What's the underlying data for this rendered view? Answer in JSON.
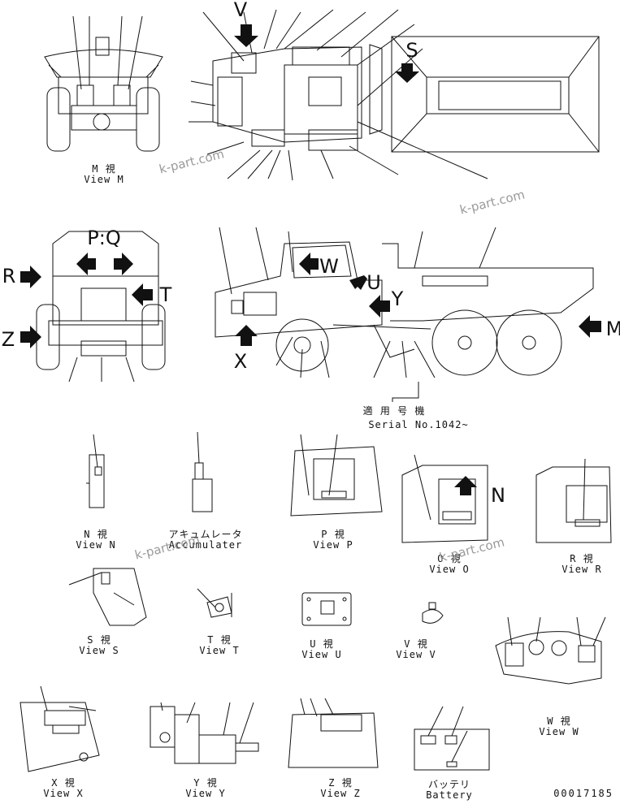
{
  "views": [
    {
      "key": "view-m",
      "jp": "M 視",
      "en": "View M"
    },
    {
      "key": "view-n",
      "jp": "N 視",
      "en": "View N"
    },
    {
      "key": "accumulator",
      "jp": "アキュムレータ",
      "en": "Accumulater"
    },
    {
      "key": "view-p",
      "jp": "P 視",
      "en": "View P"
    },
    {
      "key": "view-o",
      "jp": "O 視",
      "en": "View O"
    },
    {
      "key": "view-r",
      "jp": "R 視",
      "en": "View R"
    },
    {
      "key": "view-s",
      "jp": "S 視",
      "en": "View S"
    },
    {
      "key": "view-t",
      "jp": "T 視",
      "en": "View T"
    },
    {
      "key": "view-u",
      "jp": "U 視",
      "en": "View U"
    },
    {
      "key": "view-v",
      "jp": "V 視",
      "en": "View V"
    },
    {
      "key": "view-w",
      "jp": "W 視",
      "en": "View W"
    },
    {
      "key": "view-x",
      "jp": "X 視",
      "en": "View X"
    },
    {
      "key": "view-y",
      "jp": "Y 視",
      "en": "View Y"
    },
    {
      "key": "view-z",
      "jp": "Z 視",
      "en": "View Z"
    },
    {
      "key": "battery",
      "jp": "バッテリ",
      "en": "Battery"
    }
  ],
  "letters": {
    "v": "V",
    "s": "S",
    "pq": "P:Q",
    "r": "R",
    "z": "Z",
    "t": "T",
    "w": "W",
    "u": "U",
    "y": "Y",
    "x": "X",
    "m": "M",
    "n": "N"
  },
  "serial": {
    "jp": "適 用 号 機",
    "en": "Serial No.1042~"
  },
  "watermark": "k-part.com",
  "part_number": "00017185"
}
